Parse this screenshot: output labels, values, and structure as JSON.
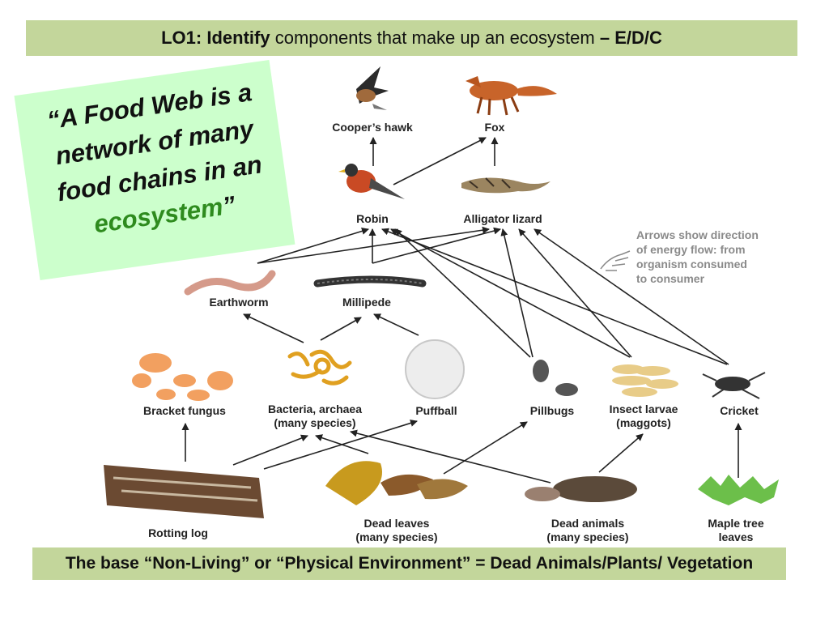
{
  "header": {
    "lo_label": "LO1:",
    "identify": "Identify",
    "rest": "components that make up an ecosystem",
    "levels": "– E/D/C"
  },
  "quote": {
    "open": "“A Food Web is a network of many food chains in an",
    "highlight": "ecosystem",
    "close": "”"
  },
  "note": {
    "line1": "Arrows show direction",
    "line2": "of energy flow: from",
    "line3": "organism consumed",
    "line4": "to consumer"
  },
  "organisms": {
    "hawk": "Cooper’s hawk",
    "fox": "Fox",
    "robin": "Robin",
    "lizard": "Alligator lizard",
    "earthworm": "Earthworm",
    "millipede": "Millipede",
    "bracket_fungus": "Bracket fungus",
    "bacteria_1": "Bacteria, archaea",
    "bacteria_2": "(many species)",
    "puffball": "Puffball",
    "pillbugs": "Pillbugs",
    "larvae_1": "Insect larvae",
    "larvae_2": "(maggots)",
    "cricket": "Cricket",
    "rotting_log": "Rotting log",
    "dead_leaves_1": "Dead leaves",
    "dead_leaves_2": "(many species)",
    "dead_animals_1": "Dead animals",
    "dead_animals_2": "(many species)",
    "maple_1": "Maple tree",
    "maple_2": "leaves"
  },
  "footer": {
    "text": "The base “Non-Living” or “Physical Environment” = Dead Animals/Plants/ Vegetation"
  },
  "colors": {
    "banner": "#c3d69b",
    "quote_box": "#ccffcc",
    "highlight": "#2e8b1e"
  }
}
